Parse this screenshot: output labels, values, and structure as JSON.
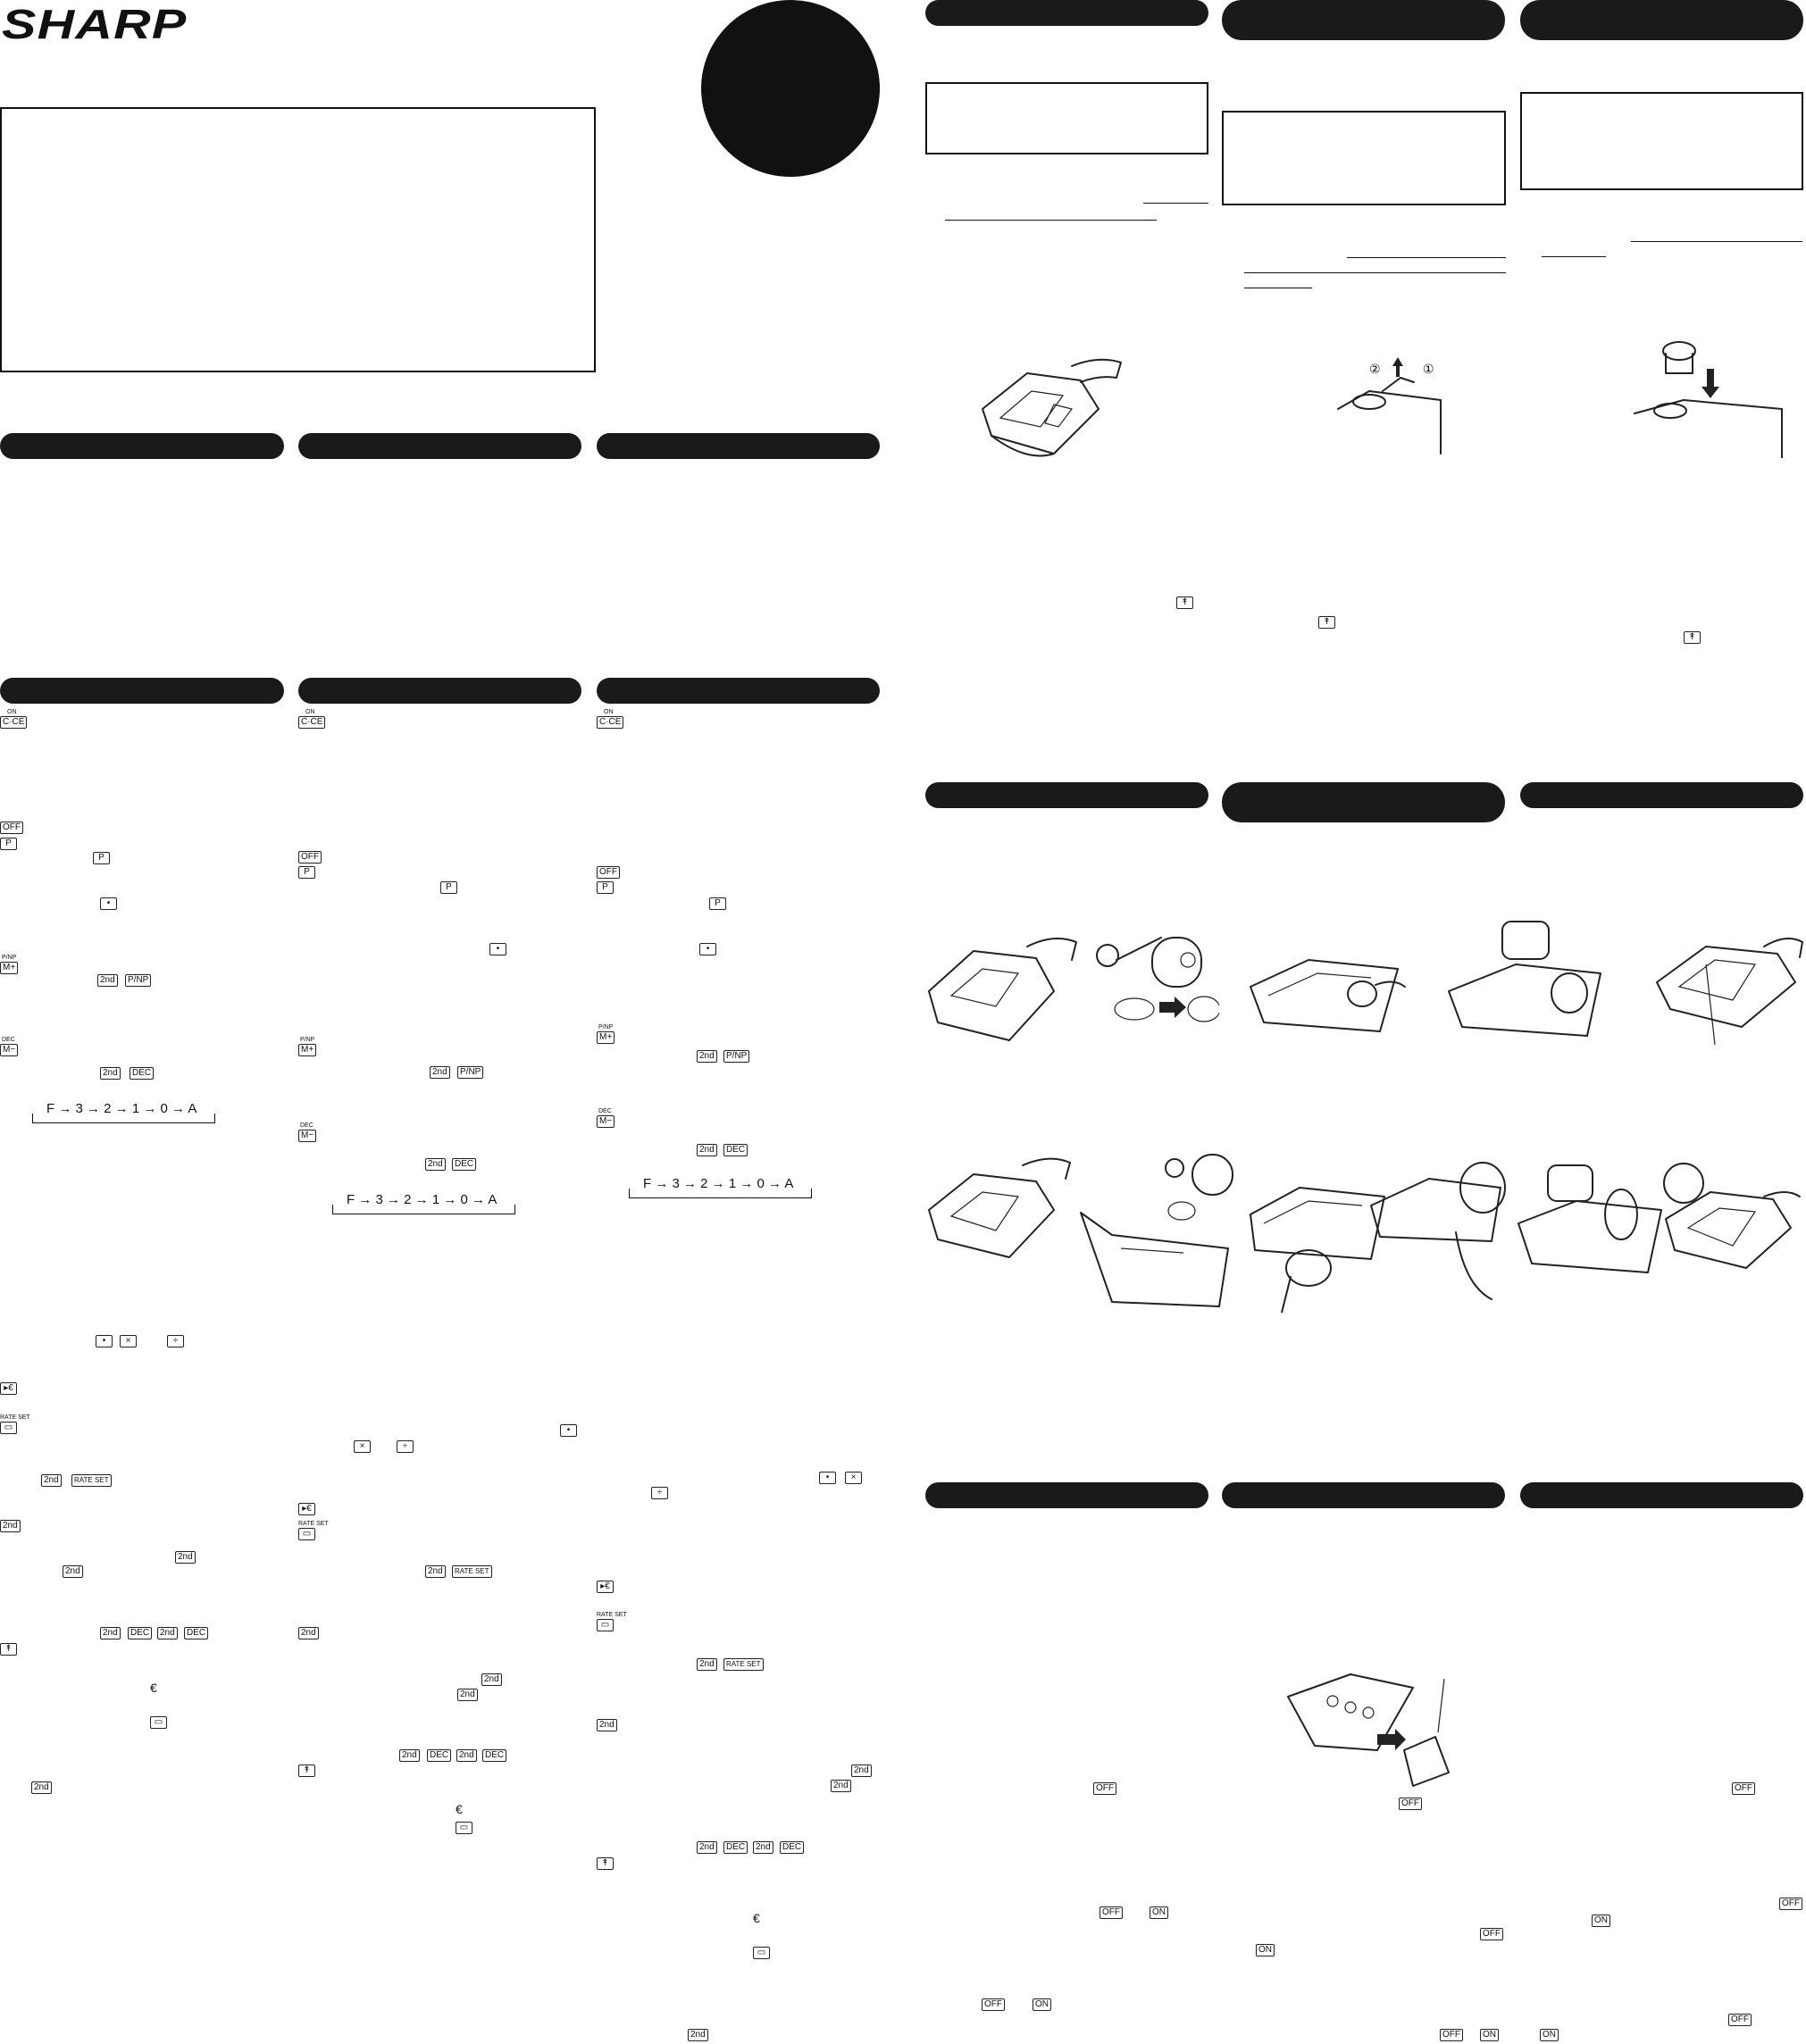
{
  "brand": {
    "logo_text": "SHARP"
  },
  "colors": {
    "ink": "#111111",
    "paper": "#ffffff"
  },
  "keys": {
    "c_ce": "C·CE",
    "on": "ON",
    "off": "OFF",
    "p": "P",
    "dot": "•",
    "m_plus": "M+",
    "m_minus": "M−",
    "p_np": "P/NP",
    "dec": "DEC",
    "second": "2nd",
    "rate_set": "RATE SET",
    "multiply": "×",
    "divide": "÷",
    "euro": "€",
    "paper_feed": "↟",
    "to_euro": "▸€",
    "conv": "▭",
    "on_label": "ON"
  },
  "labels": {
    "p_np_small": "P/NP",
    "dec_small": "DEC",
    "rate_set_small": "RATE SET"
  },
  "decimal_cycle": {
    "text": "F → 3 → 2 → 1 → 0 → A"
  },
  "illustrations": {
    "remove_cover": "remove-cover-illustration",
    "paper_arm": "paper-arm-illustration",
    "ink_roller": "ink-roller-illustration",
    "battery": "battery-cover-illustration"
  },
  "step_marks": {
    "one": "①",
    "two": "②"
  }
}
